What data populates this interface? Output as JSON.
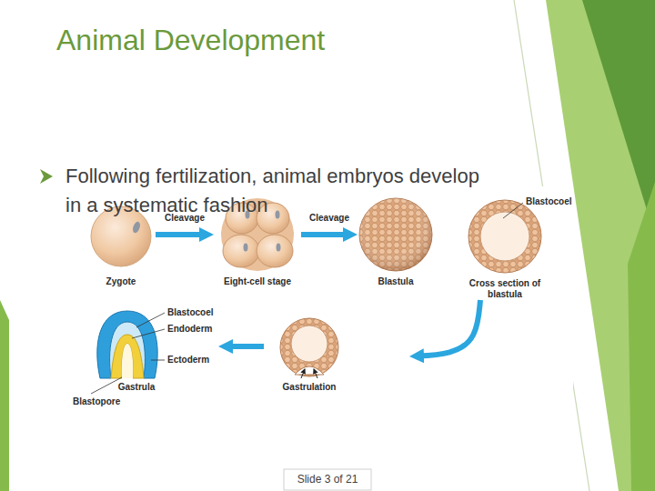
{
  "diagram": {
    "title": "Animal Development",
    "nodes": [
      {
        "text": [
          "Zygote"
        ]
      },
      {
        "text": [
          "Eight-cell stage"
        ]
      },
      {
        "text": [
          "Blastula"
        ]
      },
      {
        "text": [
          "Cross section of blastula"
        ]
      },
      {
        "text": [
          "Gastrulation"
        ]
      },
      {
        "text": [
          "Gastrula"
        ]
      }
    ],
    "edges": [
      {
        "from": 0,
        "to": 1,
        "arrow": "to",
        "label": "Cleavage"
      },
      {
        "from": 1,
        "to": 2,
        "arrow": "to",
        "label": "Cleavage"
      },
      {
        "from": 3,
        "to": 4,
        "arrow": "to"
      },
      {
        "from": 4,
        "to": 5,
        "arrow": "to"
      }
    ],
    "labels": [
      "Following fertilization, animal embryos develop in a systematic fashion",
      "Blastocoel",
      "Blastocoel",
      "Endoderm",
      "Ectoderm",
      "Blastopore",
      "Slide 3 of 21"
    ]
  }
}
